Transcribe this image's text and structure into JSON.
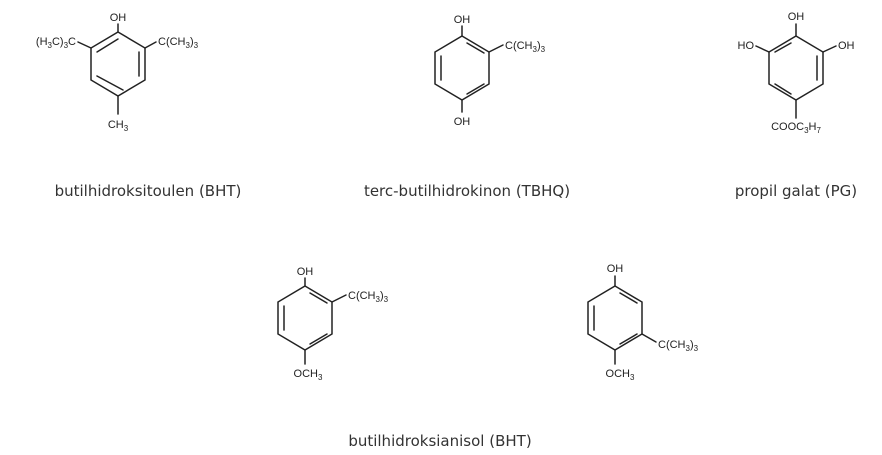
{
  "molecules": {
    "bht": {
      "caption": "butilhidroksitoulen (BHT)",
      "top": "OH",
      "left": "(H3C)3C",
      "right": "C(CH3)3",
      "bottom": "CH3"
    },
    "tbhq": {
      "caption": "terc-butilhidrokinon (TBHQ)",
      "top": "OH",
      "right": "C(CH3)3",
      "bottom": "OH"
    },
    "pg": {
      "caption": "propil galat (PG)",
      "top": "OH",
      "left": "HO",
      "right": "OH",
      "bottom": "COOC3H7"
    },
    "bha": {
      "caption": "butilhidroksianisol (BHT)",
      "isomer1": {
        "top": "OH",
        "right": "C(CH3)3",
        "bottom": "OCH3"
      },
      "isomer2": {
        "top": "OH",
        "right": "C(CH3)3",
        "bottom": "OCH3"
      }
    }
  }
}
